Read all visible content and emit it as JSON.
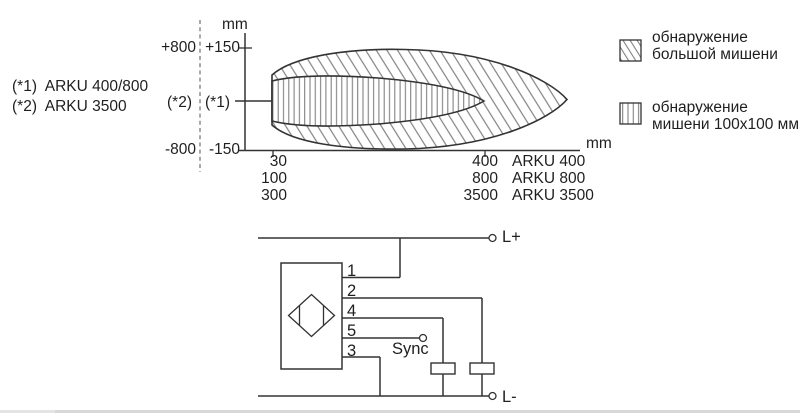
{
  "footnotes": {
    "f1": "(*1)  ARKU 400/800",
    "f2": "(*2)  ARKU 3500"
  },
  "chart": {
    "y_unit": "mm",
    "x_unit": "mm",
    "y_scale_outer": {
      "top": "+800",
      "ref": "(*2)",
      "bottom": "-800"
    },
    "y_scale_inner": {
      "top": "+150",
      "ref": "(*1)",
      "bottom": "-150"
    },
    "x_near": [
      "30",
      "100",
      "300"
    ],
    "x_far": [
      "400",
      "800",
      "3500"
    ],
    "models": [
      "ARKU 400",
      "ARKU 800",
      "ARKU 3500"
    ],
    "legend": [
      {
        "swatch": "diagonal-hatch",
        "line1": "обнаружение",
        "line2": "большой мишени"
      },
      {
        "swatch": "vertical-hatch",
        "line1": "обнаружение",
        "line2": "мишени 100x100 мм"
      }
    ],
    "colors": {
      "line": "#333333",
      "hatch": "#828282",
      "dashed_axis": "#6e6e6e"
    }
  },
  "wiring": {
    "l_plus": "L+",
    "l_minus": "L-",
    "sync": "Sync",
    "pins": [
      "1",
      "2",
      "4",
      "5",
      "3"
    ]
  }
}
